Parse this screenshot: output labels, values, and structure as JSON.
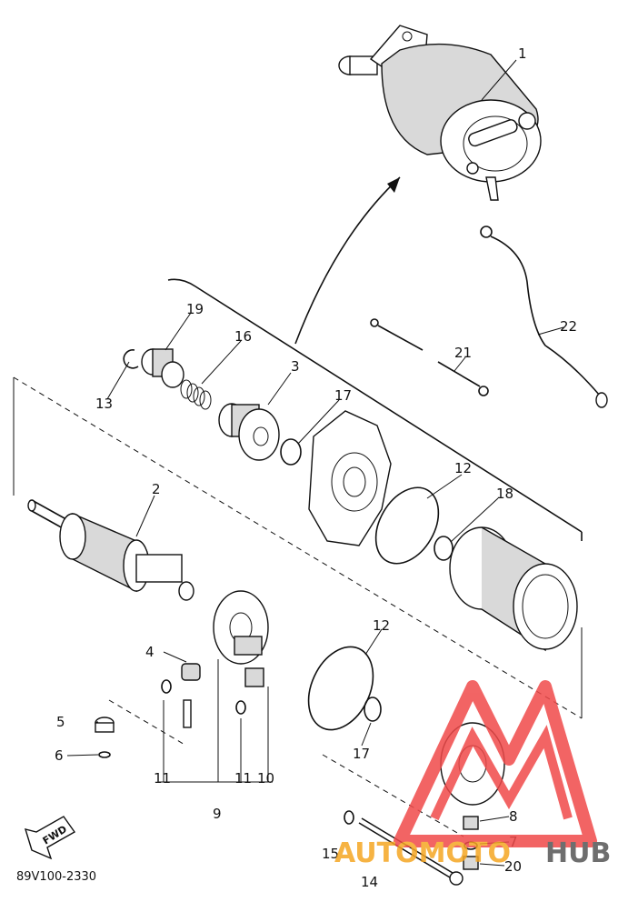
{
  "diagram": {
    "code": "89V100-2330",
    "fwd_label": "FWD",
    "callouts": [
      {
        "id": "c1",
        "text": "1"
      },
      {
        "id": "c2",
        "text": "2"
      },
      {
        "id": "c3",
        "text": "3"
      },
      {
        "id": "c4",
        "text": "4"
      },
      {
        "id": "c5",
        "text": "5"
      },
      {
        "id": "c6",
        "text": "6"
      },
      {
        "id": "c7",
        "text": "7"
      },
      {
        "id": "c8",
        "text": "8"
      },
      {
        "id": "c9",
        "text": "9"
      },
      {
        "id": "c10",
        "text": "10"
      },
      {
        "id": "c11a",
        "text": "11"
      },
      {
        "id": "c11b",
        "text": "11"
      },
      {
        "id": "c12a",
        "text": "12"
      },
      {
        "id": "c12b",
        "text": "12"
      },
      {
        "id": "c13",
        "text": "13"
      },
      {
        "id": "c14",
        "text": "14"
      },
      {
        "id": "c15",
        "text": "15"
      },
      {
        "id": "c16",
        "text": "16"
      },
      {
        "id": "c17a",
        "text": "17"
      },
      {
        "id": "c17b",
        "text": "17"
      },
      {
        "id": "c18",
        "text": "18"
      },
      {
        "id": "c19",
        "text": "19"
      },
      {
        "id": "c20",
        "text": "20"
      },
      {
        "id": "c21",
        "text": "21"
      },
      {
        "id": "c22",
        "text": "22"
      }
    ]
  },
  "watermark": {
    "text_left": "AUTOMOTO",
    "text_right": "HUB",
    "color_primary": "#f04a4a",
    "color_secondary": "#f5a623",
    "color_text_right": "#555555"
  }
}
